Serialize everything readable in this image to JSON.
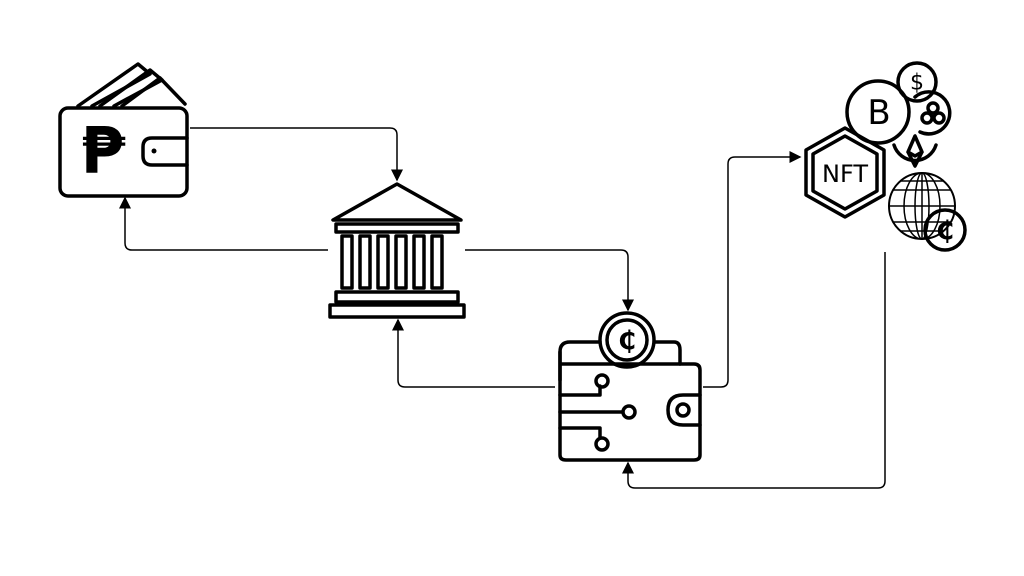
{
  "diagram": {
    "nodes": [
      {
        "id": "peso-wallet",
        "symbol": "₱"
      },
      {
        "id": "bank"
      },
      {
        "id": "crypto-wallet",
        "symbol": "₵"
      },
      {
        "id": "digital-assets",
        "labels": {
          "nft": "NFT",
          "bitcoin": "B",
          "dollar": "$",
          "coin": "₵"
        }
      }
    ],
    "edges": [
      {
        "from": "peso-wallet",
        "to": "bank"
      },
      {
        "from": "bank",
        "to": "peso-wallet"
      },
      {
        "from": "bank",
        "to": "crypto-wallet"
      },
      {
        "from": "crypto-wallet",
        "to": "bank"
      },
      {
        "from": "crypto-wallet",
        "to": "digital-assets"
      },
      {
        "from": "digital-assets",
        "to": "crypto-wallet"
      }
    ],
    "colors": {
      "stroke": "#000000",
      "background": "#ffffff"
    }
  }
}
